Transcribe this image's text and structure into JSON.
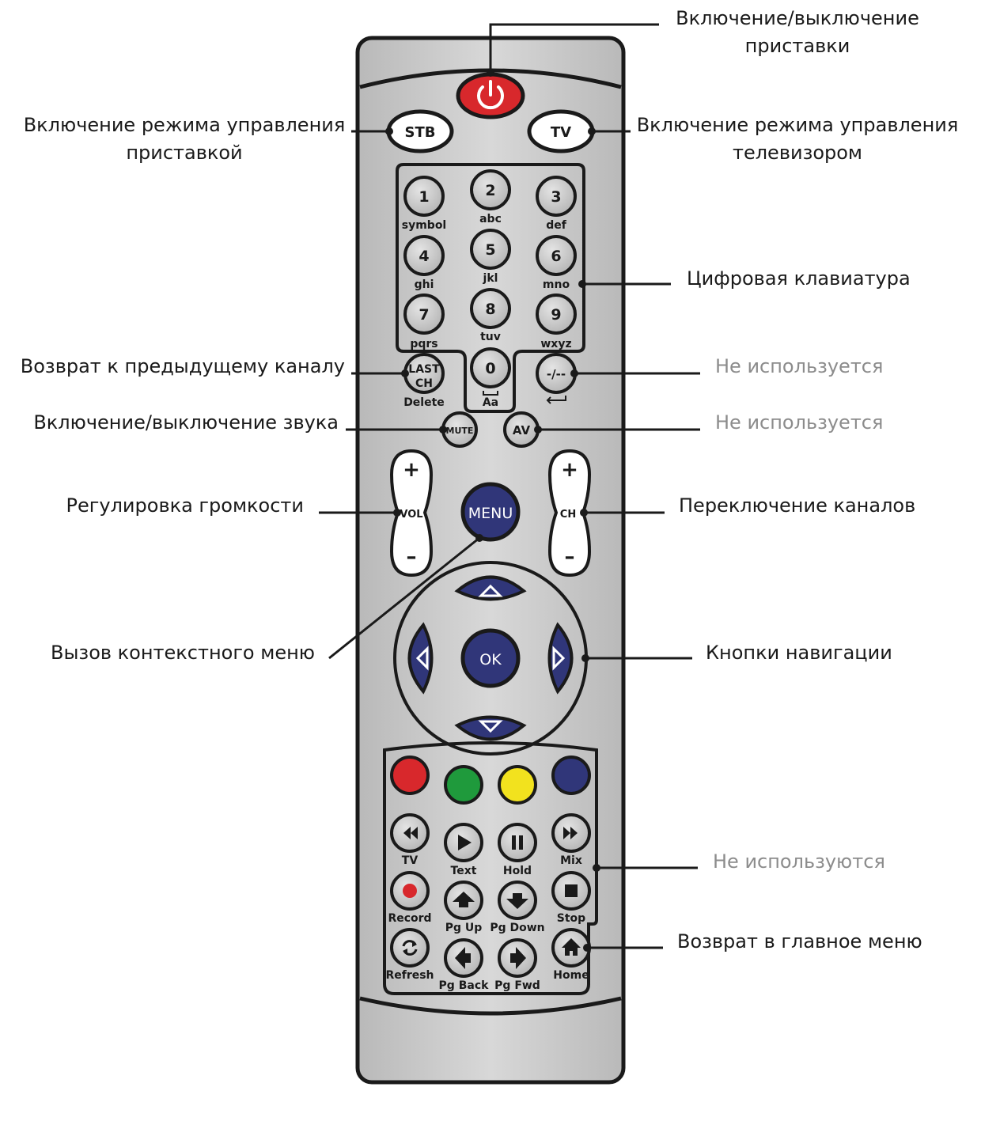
{
  "labels": {
    "power": [
      "Включение/выключение",
      "приставки"
    ],
    "stb_mode": [
      "Включение режима управления",
      "приставкой"
    ],
    "tv_mode": [
      "Включение режима управления",
      "телевизором"
    ],
    "numpad": "Цифровая клавиатура",
    "last_channel": "Возврат к предыдущему каналу",
    "unused_1": "Не используется",
    "mute": "Включение/выключение звука",
    "unused_2": "Не используется",
    "volume": "Регулировка громкости",
    "channels": "Переключение каналов",
    "context_menu": "Вызов контекстного меню",
    "navigation": "Кнопки навигации",
    "unused_group": "Не используются",
    "home": "Возврат в главное меню"
  },
  "remote": {
    "stb": "STB",
    "tv": "TV",
    "digits": [
      {
        "digit": "1",
        "sub": "symbol"
      },
      {
        "digit": "2",
        "sub": "abc"
      },
      {
        "digit": "3",
        "sub": "def"
      },
      {
        "digit": "4",
        "sub": "ghi"
      },
      {
        "digit": "5",
        "sub": "jkl"
      },
      {
        "digit": "6",
        "sub": "mno"
      },
      {
        "digit": "7",
        "sub": "pqrs"
      },
      {
        "digit": "8",
        "sub": "tuv"
      },
      {
        "digit": "9",
        "sub": "wxyz"
      },
      {
        "digit": "0",
        "sub": "Aa"
      }
    ],
    "last_ch": [
      "LAST",
      "CH"
    ],
    "delete": "Delete",
    "dash": "-/--",
    "mute": "MUTE",
    "av": "AV",
    "plus": "+",
    "minus": "–",
    "vol": "VOL",
    "ch": "CH",
    "menu": "MENU",
    "ok": "OK",
    "color_keys": [
      "#d8282c",
      "#1f9a3c",
      "#f2e21e",
      "#303679"
    ],
    "media": [
      {
        "key": "rewind",
        "text": "TV"
      },
      {
        "key": "play",
        "text": "Text"
      },
      {
        "key": "pause",
        "text": "Hold"
      },
      {
        "key": "fast-forward",
        "text": "Mix"
      },
      {
        "key": "record",
        "text": "Record"
      },
      {
        "key": "page-up",
        "text": "Pg Up"
      },
      {
        "key": "page-down",
        "text": "Pg Down"
      },
      {
        "key": "stop",
        "text": "Stop"
      },
      {
        "key": "refresh",
        "text": "Refresh"
      },
      {
        "key": "page-back",
        "text": "Pg Back"
      },
      {
        "key": "page-forward",
        "text": "Pg Fwd"
      },
      {
        "key": "home",
        "text": "Home"
      }
    ]
  },
  "colors": {
    "power": "#d8282c",
    "navy": "#303679",
    "body": "#c9c9c9",
    "button": "#c4c4c4"
  }
}
